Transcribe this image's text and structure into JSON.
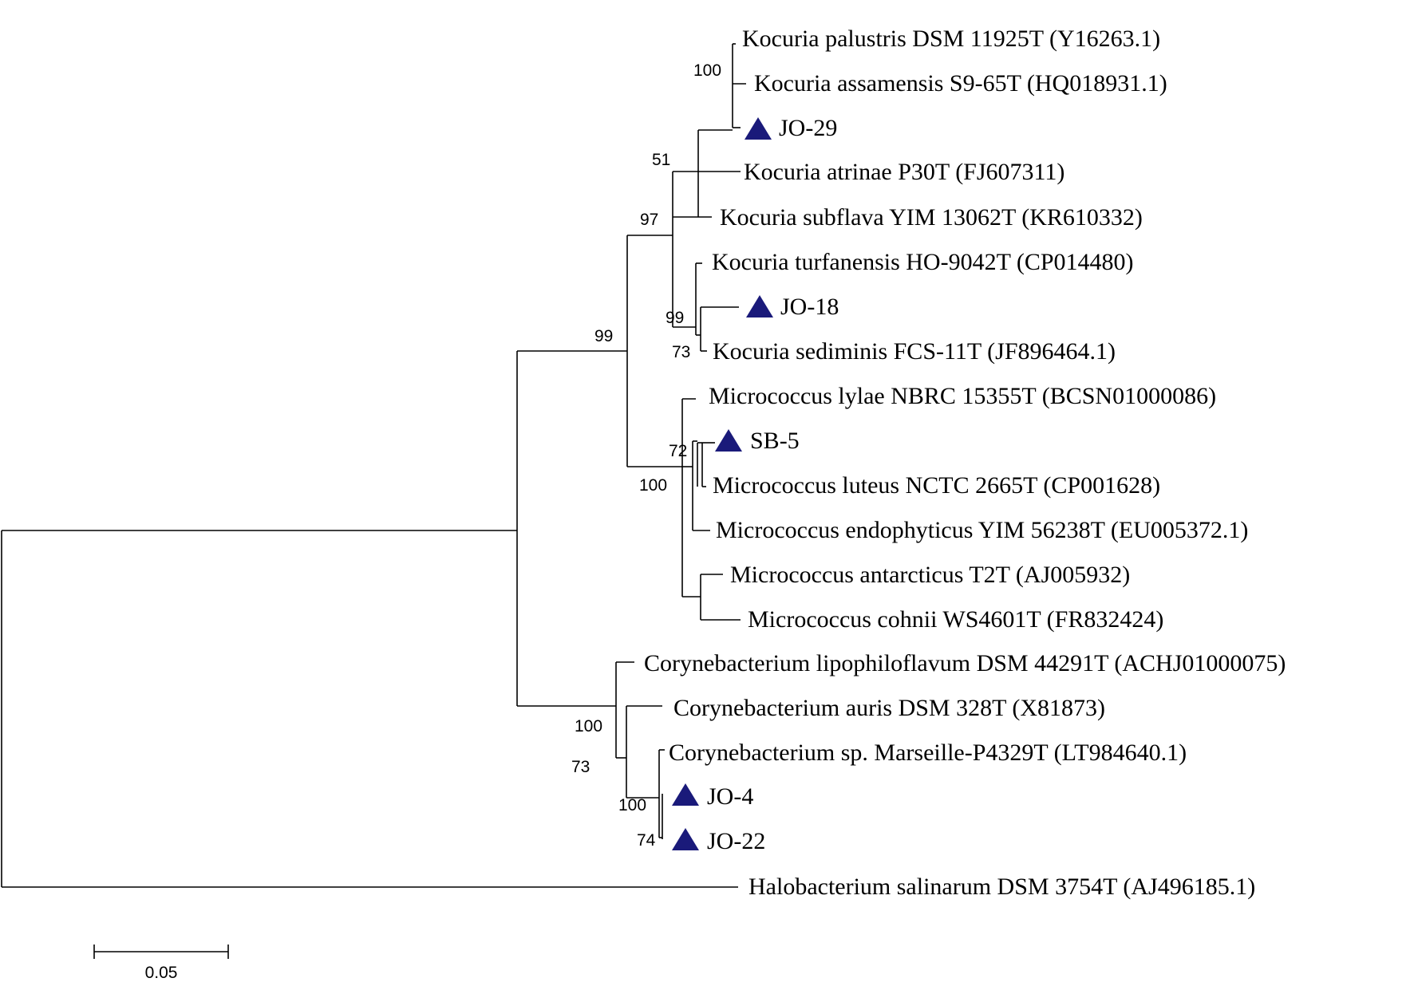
{
  "tree": {
    "leaves": [
      {
        "id": "palustris",
        "label": "Kocuria palustris DSM 11925T (Y16263.1)",
        "isolate": false
      },
      {
        "id": "assamensis",
        "label": "Kocuria assamensis S9-65T (HQ018931.1)",
        "isolate": false
      },
      {
        "id": "jo29",
        "label": "JO-29",
        "isolate": true
      },
      {
        "id": "atrinae",
        "label": "Kocuria atrinae P30T (FJ607311)",
        "isolate": false
      },
      {
        "id": "subflava",
        "label": "Kocuria subflava YIM 13062T (KR610332)",
        "isolate": false
      },
      {
        "id": "turfanensis",
        "label": "Kocuria turfanensis HO-9042T (CP014480)",
        "isolate": false
      },
      {
        "id": "jo18",
        "label": "JO-18",
        "isolate": true
      },
      {
        "id": "sediminis",
        "label": "Kocuria sediminis FCS-11T (JF896464.1)",
        "isolate": false
      },
      {
        "id": "lylae",
        "label": "Micrococcus lylae NBRC 15355T (BCSN01000086)",
        "isolate": false
      },
      {
        "id": "sb5",
        "label": "SB-5",
        "isolate": true
      },
      {
        "id": "luteus",
        "label": "Micrococcus luteus NCTC 2665T (CP001628)",
        "isolate": false
      },
      {
        "id": "endophyticus",
        "label": "Micrococcus endophyticus YIM 56238T (EU005372.1)",
        "isolate": false
      },
      {
        "id": "antarcticus",
        "label": "Micrococcus antarcticus T2T (AJ005932)",
        "isolate": false
      },
      {
        "id": "cohnii",
        "label": "Micrococcus cohnii WS4601T (FR832424)",
        "isolate": false
      },
      {
        "id": "lipophiloflavum",
        "label": "Corynebacterium lipophiloflavum DSM 44291T (ACHJ01000075)",
        "isolate": false
      },
      {
        "id": "auris",
        "label": "Corynebacterium auris DSM 328T (X81873)",
        "isolate": false
      },
      {
        "id": "marseille",
        "label": "Corynebacterium sp. Marseille-P4329T (LT984640.1)",
        "isolate": false
      },
      {
        "id": "jo4",
        "label": "JO-4",
        "isolate": true
      },
      {
        "id": "jo22",
        "label": "JO-22",
        "isolate": true
      },
      {
        "id": "salinarum",
        "label": "Halobacterium salinarum DSM 3754T (AJ496185.1)",
        "isolate": false
      }
    ],
    "bootstrap": [
      "100",
      "51",
      "97",
      "99",
      "99",
      "73",
      "72",
      "100",
      "100",
      "73",
      "100",
      "74"
    ],
    "scale_bar": "0.05",
    "isolate_marker": "triangle",
    "colors": {
      "isolate_marker": "#1a1a7a",
      "lines": "#000000"
    }
  }
}
